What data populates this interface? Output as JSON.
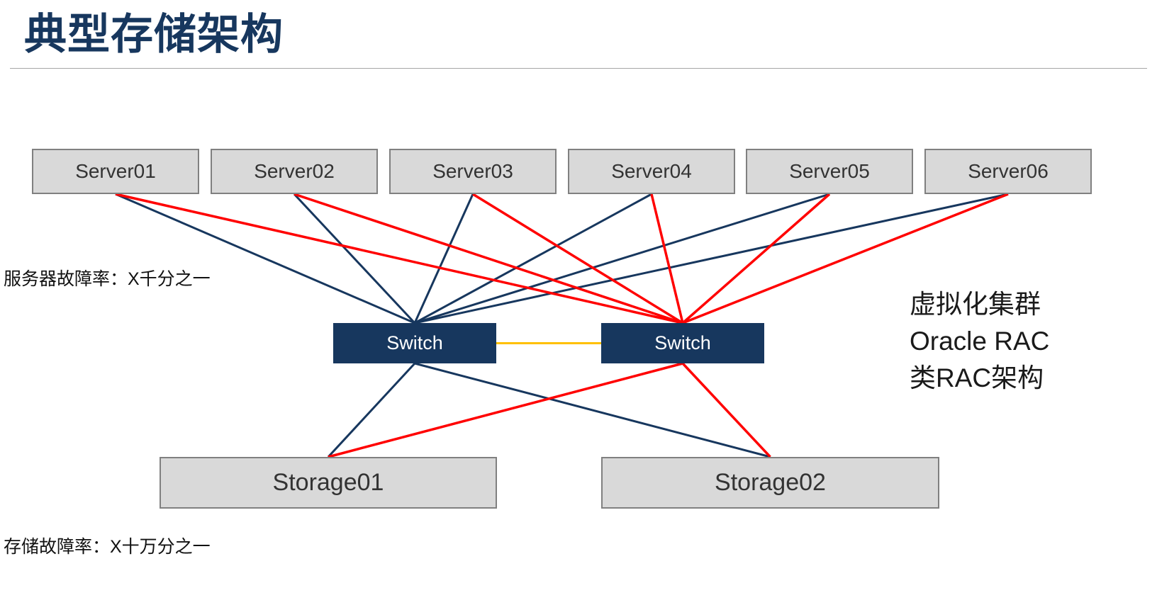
{
  "title": "典型存储架构",
  "annotations": {
    "server_failure_rate": "服务器故障率：X千分之一",
    "storage_failure_rate": "存储故障率：X十万分之一",
    "cluster_note_lines": [
      "虚拟化集群",
      "Oracle RAC",
      "类RAC架构"
    ]
  },
  "colors": {
    "navy": "#17375E",
    "red": "#FF0000",
    "orange": "#FFC000",
    "box_fill": "#D9D9D9",
    "box_border": "#808080",
    "switch_fill": "#17375E",
    "switch_text": "#FFFFFF",
    "title": "#17375E"
  },
  "nodes": {
    "servers": [
      {
        "id": "server01",
        "label": "Server01"
      },
      {
        "id": "server02",
        "label": "Server02"
      },
      {
        "id": "server03",
        "label": "Server03"
      },
      {
        "id": "server04",
        "label": "Server04"
      },
      {
        "id": "server05",
        "label": "Server05"
      },
      {
        "id": "server06",
        "label": "Server06"
      }
    ],
    "switches": [
      {
        "id": "switch-left",
        "label": "Switch"
      },
      {
        "id": "switch-right",
        "label": "Switch"
      }
    ],
    "storages": [
      {
        "id": "storage01",
        "label": "Storage01"
      },
      {
        "id": "storage02",
        "label": "Storage02"
      }
    ]
  },
  "connections": [
    {
      "from": "server01",
      "to": "switch-left",
      "color": "navy"
    },
    {
      "from": "server02",
      "to": "switch-left",
      "color": "navy"
    },
    {
      "from": "server03",
      "to": "switch-left",
      "color": "navy"
    },
    {
      "from": "server04",
      "to": "switch-left",
      "color": "navy"
    },
    {
      "from": "server05",
      "to": "switch-left",
      "color": "navy"
    },
    {
      "from": "server06",
      "to": "switch-left",
      "color": "navy"
    },
    {
      "from": "server01",
      "to": "switch-right",
      "color": "red"
    },
    {
      "from": "server02",
      "to": "switch-right",
      "color": "red"
    },
    {
      "from": "server03",
      "to": "switch-right",
      "color": "red"
    },
    {
      "from": "server04",
      "to": "switch-right",
      "color": "red"
    },
    {
      "from": "server05",
      "to": "switch-right",
      "color": "red"
    },
    {
      "from": "server06",
      "to": "switch-right",
      "color": "red"
    },
    {
      "from": "switch-left",
      "to": "switch-right",
      "color": "orange"
    },
    {
      "from": "switch-left",
      "to": "storage01",
      "color": "navy"
    },
    {
      "from": "switch-left",
      "to": "storage02",
      "color": "navy"
    },
    {
      "from": "switch-right",
      "to": "storage01",
      "color": "red"
    },
    {
      "from": "switch-right",
      "to": "storage02",
      "color": "red"
    }
  ]
}
